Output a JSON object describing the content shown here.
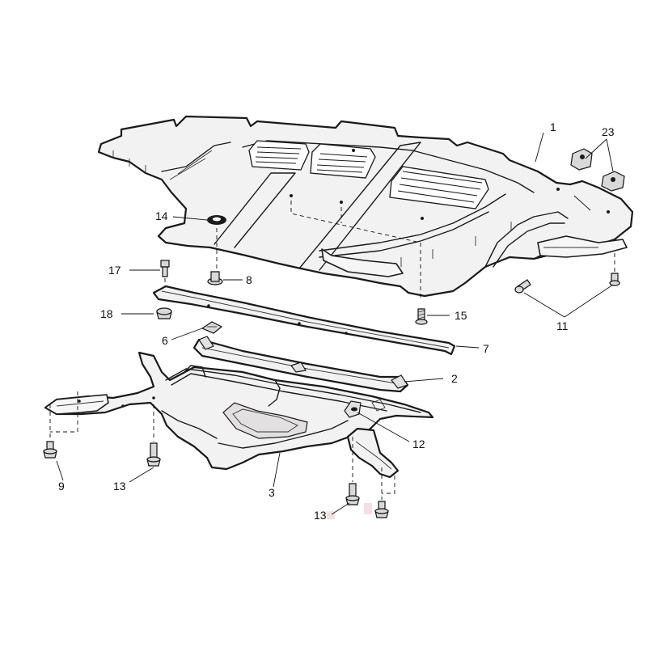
{
  "callouts": {
    "c1": "1",
    "c2": "2",
    "c3": "3",
    "c6": "6",
    "c7": "7",
    "c8": "8",
    "c9": "9",
    "c11": "11",
    "c12": "12",
    "c13a": "13",
    "c13b": "13",
    "c14": "14",
    "c15": "15",
    "c17": "17",
    "c18": "18",
    "c23": "23"
  }
}
